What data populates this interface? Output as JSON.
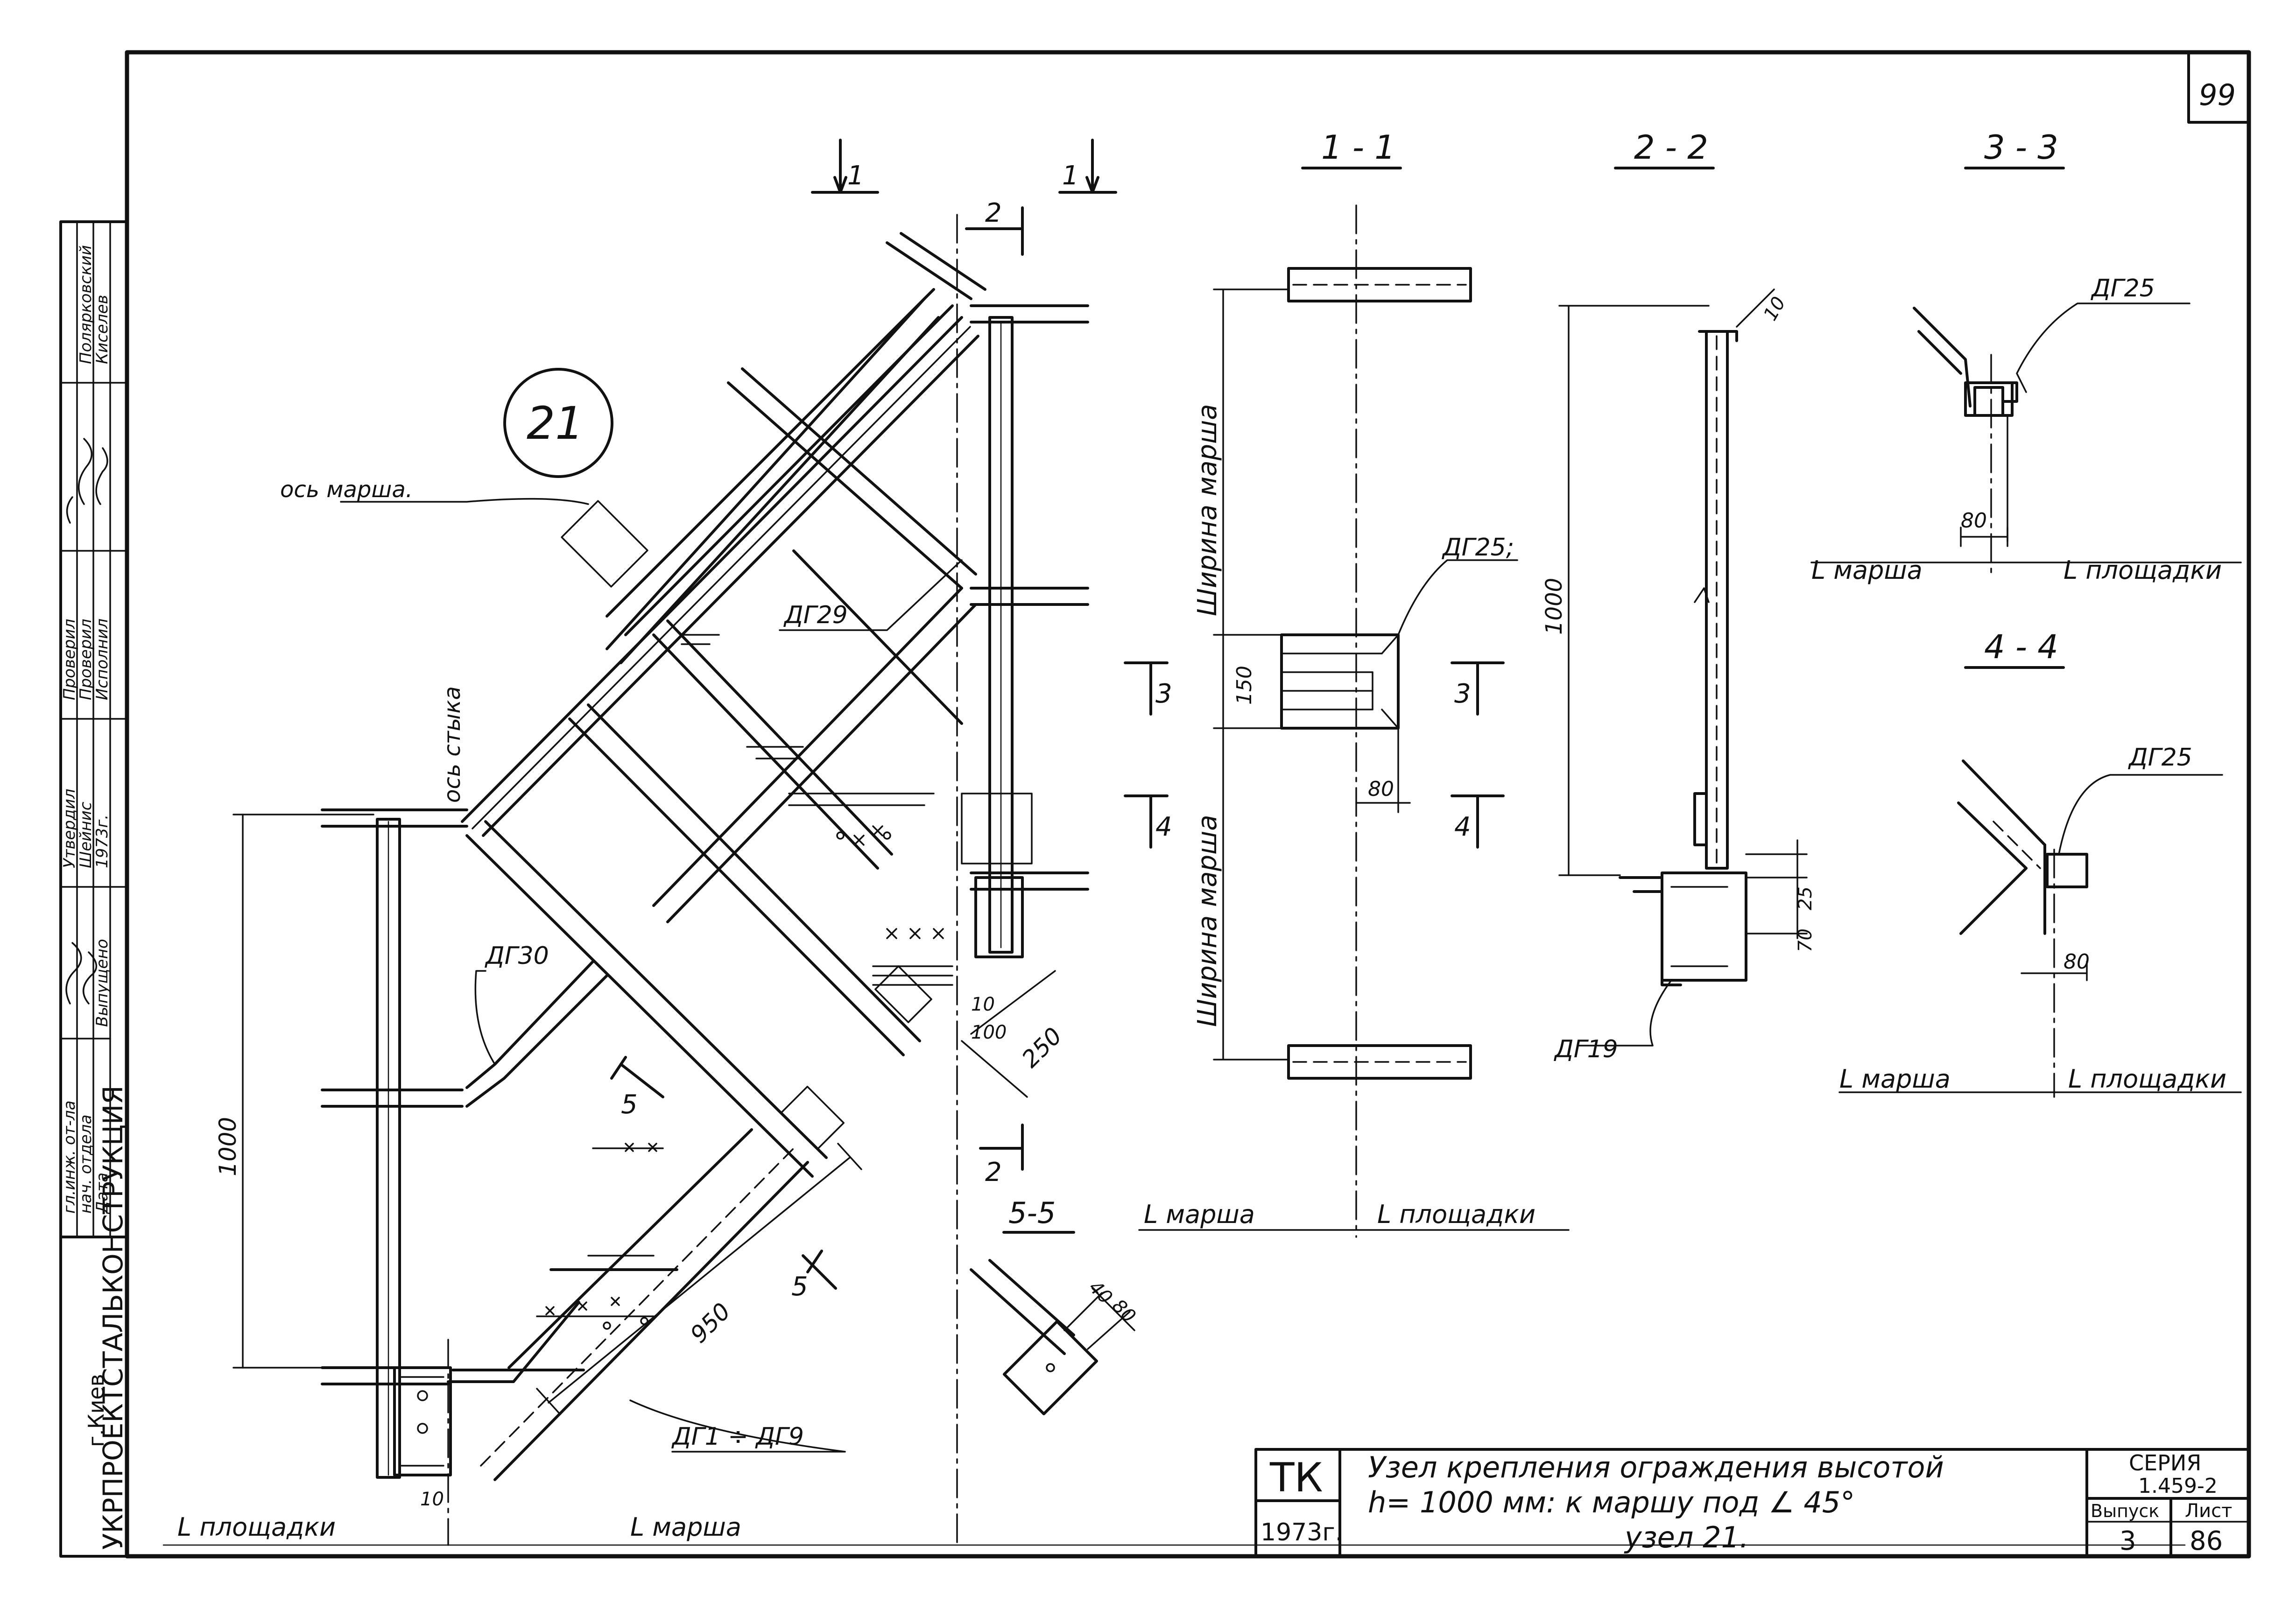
{
  "sheet": {
    "number": "99",
    "node_number": "21",
    "org_name": "УКРПРОЕКТСТАЛЬКОНСТРУКЦИЯ",
    "city": "г.Киев"
  },
  "stamp": {
    "code": "ТК",
    "year": "1973г.",
    "title_line1": "Узел крепления ограждения высотой",
    "title_line2": "h= 1000 мм: к маршу под ∠ 45°",
    "title_line3": "узел 21.",
    "series_label": "СЕРИЯ",
    "series_value": "1.459-2",
    "issue_label": "Выпуск",
    "issue_value": "3",
    "sheet_label": "Лист",
    "sheet_value": "86"
  },
  "side_block": {
    "col1": [
      "гл.инж. от-ла",
      "нач. отдела",
      "Дата"
    ],
    "col2": [
      "",
      "",
      "Выпущено"
    ],
    "col3": [
      "Утвердил",
      "Шейнис",
      "1973г."
    ],
    "col4": [
      "Проверил",
      "Проверил",
      "Исполнил"
    ],
    "col5": [
      "",
      "",
      ""
    ],
    "col6": [
      "Полярковский",
      "Киселев",
      ""
    ]
  },
  "sections": {
    "s11": "1 - 1",
    "s22": "2 - 2",
    "s33": "3 - 3",
    "s44": "4 - 4",
    "s55": "5-5"
  },
  "labels": {
    "os_marsha": "ось марша.",
    "os_styka": "ось стыка",
    "dg29": "ДГ29",
    "dg30": "ДГ30",
    "dg1_9": "ДГ1 ÷ ДГ9",
    "dg25a": "ДГ25;",
    "dg25b": "ДГ25",
    "dg25c": "ДГ25",
    "dg19": "ДГ19",
    "shirina_marsha": "Ширина марша",
    "l_marsha": "L марша",
    "l_ploshchadki": "L площадки",
    "sec_marks": [
      "1",
      "1",
      "2",
      "2",
      "3",
      "3",
      "4",
      "4",
      "5",
      "5"
    ]
  },
  "dims": {
    "d1000_main": "1000",
    "d950": "950",
    "d250": "250",
    "d100": "100",
    "d10a": "10",
    "d10b": "10",
    "d150": "150",
    "d80a": "80",
    "d1000_s22": "1000",
    "d10_s22": "10",
    "d25": "25",
    "d70": "70",
    "d80_s33": "80",
    "d80_s44": "80",
    "d40": "40",
    "d80_s55": "80"
  }
}
